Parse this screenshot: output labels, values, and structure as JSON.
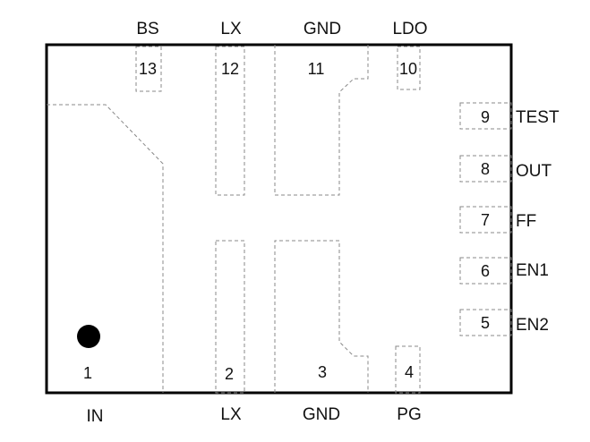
{
  "top_labels": [
    "BS",
    "LX",
    "GND",
    "LDO"
  ],
  "top_numbers": [
    "13",
    "12",
    "11",
    "10"
  ],
  "bottom_labels": [
    "IN",
    "LX",
    "GND",
    "PG"
  ],
  "bottom_numbers": [
    "1",
    "2",
    "3",
    "4"
  ],
  "right_labels": [
    "TEST",
    "OUT",
    "FF",
    "EN1",
    "EN2"
  ],
  "right_numbers": [
    "9",
    "8",
    "7",
    "6",
    "5"
  ],
  "colors": {
    "outline": "#000000",
    "pad_outline": "#888888",
    "pin1_marker": "#000000"
  }
}
